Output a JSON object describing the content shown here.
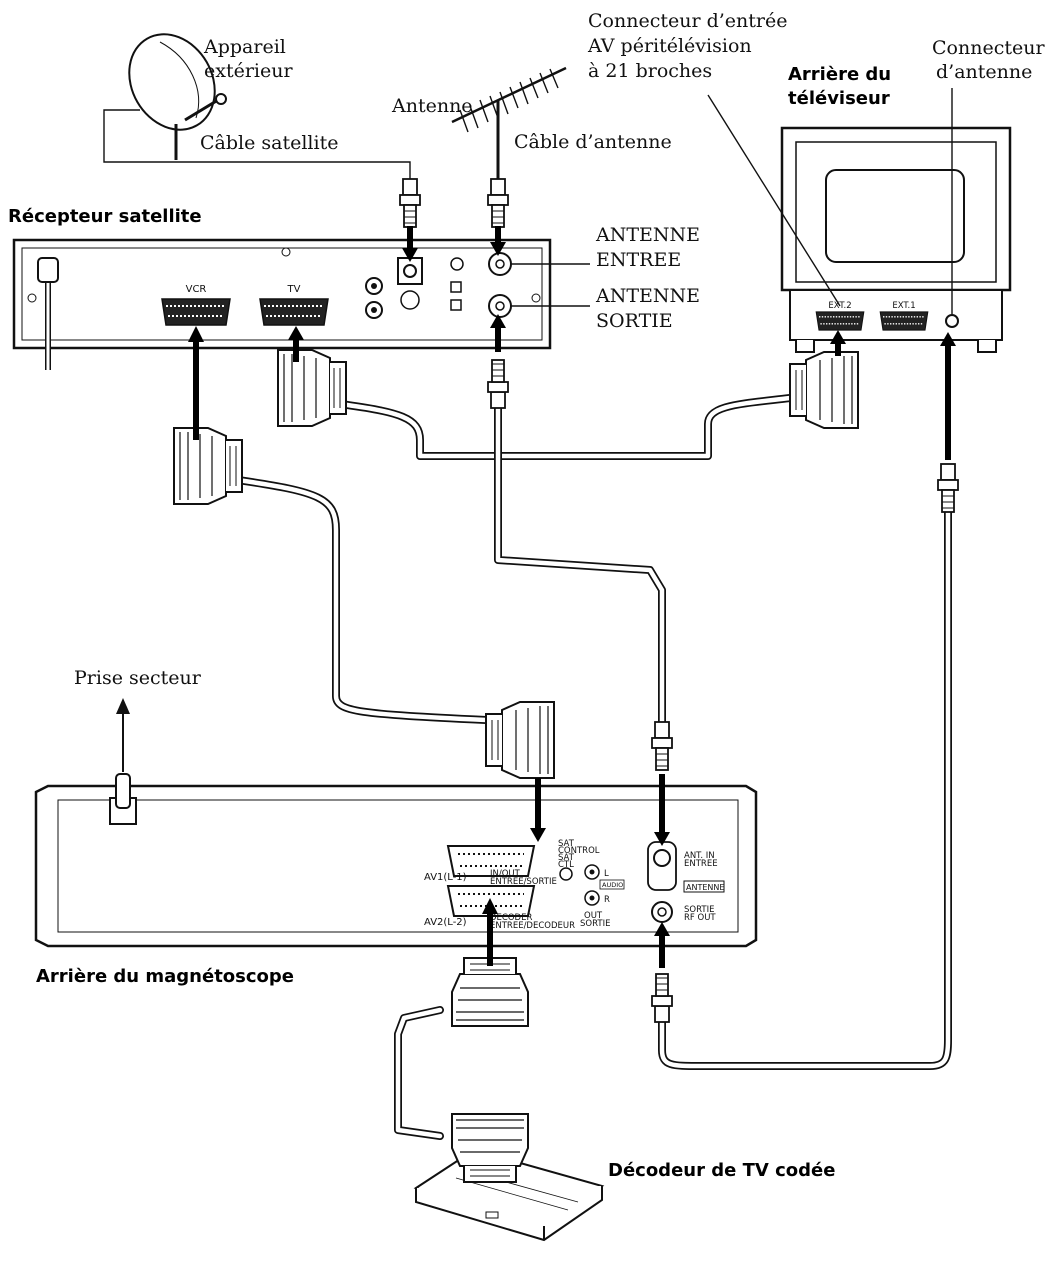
{
  "labels": {
    "outdoor_unit": [
      "Appareil",
      "extérieur"
    ],
    "satellite_cable": "Câble satellite",
    "antenna": "Antenne",
    "antenna_cable": "Câble d’antenne",
    "scart_connector": [
      "Connecteur d’entrée",
      "AV péritélévision",
      "à 21 broches"
    ],
    "antenna_connector": [
      "Connecteur",
      "d’antenne"
    ],
    "tv_back": [
      "Arrière du",
      "téléviseur"
    ],
    "satellite_receiver": "Récepteur satellite",
    "antenna_in": [
      "ANTENNE",
      "ENTREE"
    ],
    "antenna_out": [
      "ANTENNE",
      "SORTIE"
    ],
    "mains_outlet": "Prise secteur",
    "vcr_back": "Arrière du magnétoscope",
    "decoder": "Décodeur de TV codée"
  },
  "receiver_panel": {
    "vcr": "VCR",
    "tv": "TV"
  },
  "tv_panel": {
    "ext2": "EXT.2",
    "ext1": "EXT.1"
  },
  "vcr_panel": {
    "av1": "AV1(L-1)",
    "av1_desc": [
      "IN/OUT",
      "ENTREE/SORTIE"
    ],
    "av2": "AV2(L-2)",
    "av2_desc": [
      "DECODER",
      "ENTREE/DECODEUR"
    ],
    "sat_control": [
      "SAT",
      "CONTROL",
      "SAT",
      "CTL"
    ],
    "audio": "AUDIO",
    "l": "L",
    "r": "R",
    "out": [
      "OUT",
      "SORTIE"
    ],
    "ant_in": [
      "ANT. IN",
      "ENTREE"
    ],
    "antenne": "ANTENNE",
    "rf_out": [
      "SORTIE",
      "RF OUT"
    ]
  }
}
